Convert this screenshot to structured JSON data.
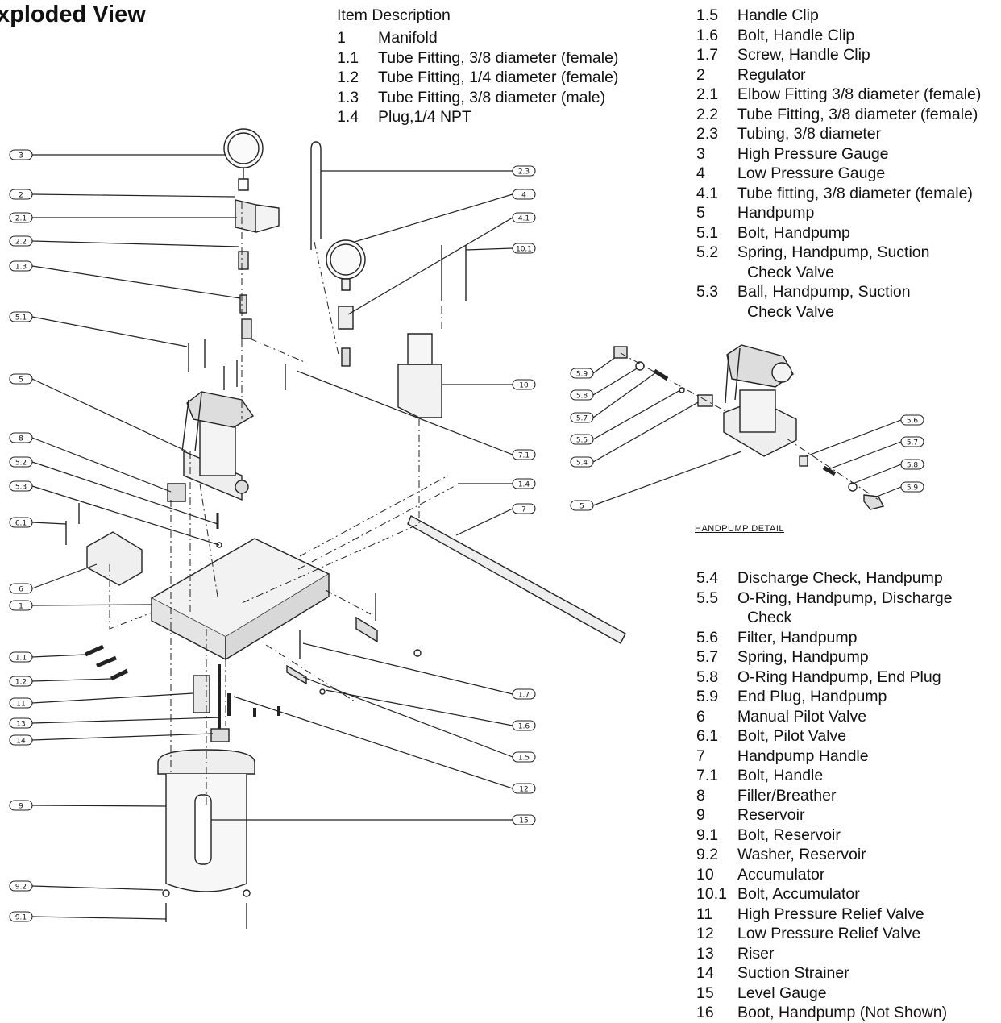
{
  "title": "xploded View",
  "header": "Item Description",
  "list_a": [
    {
      "num": "1",
      "desc": "Manifold"
    },
    {
      "num": "1.1",
      "desc": "Tube Fitting, 3/8 diameter (female)"
    },
    {
      "num": "1.2",
      "desc": "Tube Fitting, 1/4 diameter (female)"
    },
    {
      "num": "1.3",
      "desc": "Tube Fitting, 3/8 diameter (male)"
    },
    {
      "num": "1.4",
      "desc": "Plug,1/4 NPT"
    }
  ],
  "list_b": [
    {
      "num": "1.5",
      "desc": "Handle Clip"
    },
    {
      "num": "1.6",
      "desc": "Bolt, Handle Clip"
    },
    {
      "num": "1.7",
      "desc": "Screw, Handle Clip"
    },
    {
      "num": "2",
      "desc": "Regulator"
    },
    {
      "num": "2.1",
      "desc": "Elbow Fitting 3/8 diameter (female)"
    },
    {
      "num": "2.2",
      "desc": "Tube Fitting, 3/8 diameter (female)"
    },
    {
      "num": "2.3",
      "desc": "Tubing, 3/8 diameter"
    },
    {
      "num": "3",
      "desc": "High Pressure Gauge"
    },
    {
      "num": "4",
      "desc": "Low Pressure Gauge"
    },
    {
      "num": "4.1",
      "desc": "Tube fitting, 3/8 diameter (female)"
    },
    {
      "num": "5",
      "desc": "Handpump"
    },
    {
      "num": "5.1",
      "desc": "Bolt, Handpump"
    },
    {
      "num": "5.2",
      "desc": "Spring, Handpump, Suction",
      "cont": "Check Valve"
    },
    {
      "num": "5.3",
      "desc": "Ball, Handpump, Suction",
      "cont": "Check Valve"
    }
  ],
  "list_c": [
    {
      "num": "5.4",
      "desc": "Discharge Check, Handpump"
    },
    {
      "num": "5.5",
      "desc": "O-Ring, Handpump, Discharge",
      "cont": "Check"
    },
    {
      "num": "5.6",
      "desc": "Filter, Handpump"
    },
    {
      "num": "5.7",
      "desc": "Spring, Handpump"
    },
    {
      "num": "5.8",
      "desc": "O-Ring Handpump, End Plug"
    },
    {
      "num": "5.9",
      "desc": "End Plug, Handpump"
    },
    {
      "num": "6",
      "desc": "Manual Pilot Valve"
    },
    {
      "num": "6.1",
      "desc": "Bolt, Pilot Valve"
    },
    {
      "num": "7",
      "desc": "Handpump Handle"
    },
    {
      "num": "7.1",
      "desc": "Bolt, Handle"
    },
    {
      "num": "8",
      "desc": "Filler/Breather"
    },
    {
      "num": "9",
      "desc": "Reservoir"
    },
    {
      "num": "9.1",
      "desc": "Bolt, Reservoir"
    },
    {
      "num": "9.2",
      "desc": "Washer, Reservoir"
    },
    {
      "num": "10",
      "desc": "Accumulator"
    },
    {
      "num": "10.1",
      "desc": "Bolt, Accumulator"
    },
    {
      "num": "11",
      "desc": "High Pressure Relief Valve"
    },
    {
      "num": "12",
      "desc": "Low Pressure Relief Valve"
    },
    {
      "num": "13",
      "desc": "Riser"
    },
    {
      "num": "14",
      "desc": "Suction Strainer"
    },
    {
      "num": "15",
      "desc": "Level Gauge"
    },
    {
      "num": "16",
      "desc": "Boot, Handpump (Not Shown)"
    }
  ],
  "detail_title": "HANDPUMP DETAIL",
  "callouts_left": [
    "3",
    "2",
    "2.1",
    "2.2",
    "1.3",
    "5.1",
    "5",
    "8",
    "5.2",
    "5.3",
    "6.1",
    "6",
    "1",
    "1.1",
    "1.2",
    "11",
    "13",
    "14",
    "9",
    "9.2",
    "9.1"
  ],
  "callouts_right": [
    "2.3",
    "4",
    "4.1",
    "10.1",
    "10",
    "7.1",
    "1.4",
    "7",
    "1.7",
    "1.6",
    "1.5",
    "12",
    "15"
  ],
  "callouts_detail_left": [
    "5.9",
    "5.8",
    "5.7",
    "5.5",
    "5.4",
    "5"
  ],
  "callouts_detail_right": [
    "5.6",
    "5.7",
    "5.8",
    "5.9"
  ]
}
